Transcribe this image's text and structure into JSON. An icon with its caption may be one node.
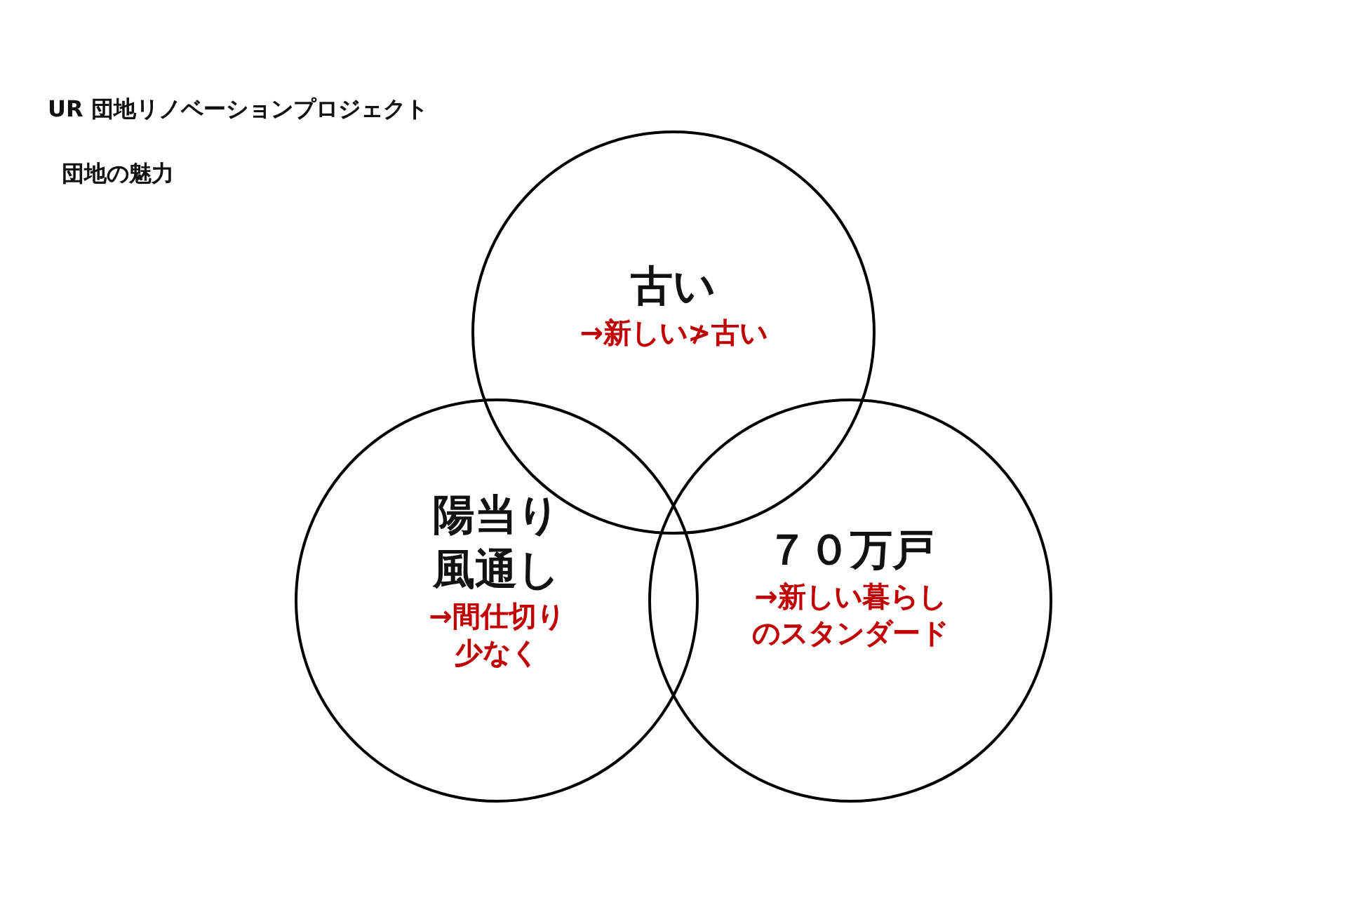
{
  "diagram": {
    "title": "UR 団地リノベーションプロジェクト",
    "nodes": [
      {
        "text": [
          "古い",
          "→新しい≯古い"
        ]
      },
      {
        "text": [
          "陽当り風通し",
          "→間仕切り少なく"
        ]
      },
      {
        "text": [
          "７０万戸",
          "→新しい暮らしのスタンダード"
        ]
      }
    ],
    "labels": [
      "団地の魅力"
    ]
  }
}
